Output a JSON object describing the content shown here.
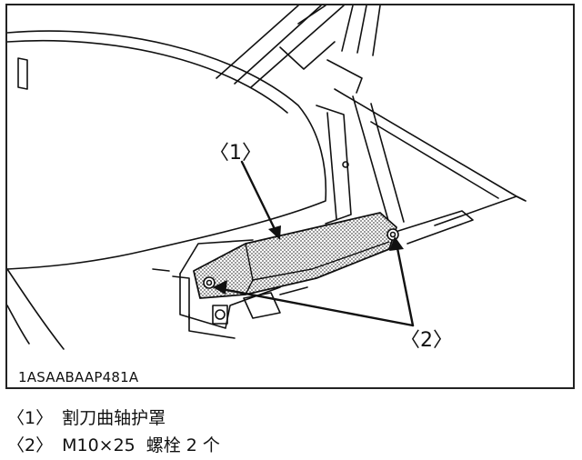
{
  "figure": {
    "id": "1ASAABAAP481A",
    "callouts": [
      "〈1〉",
      "〈2〉"
    ]
  },
  "legend": [
    {
      "num": "〈1〉",
      "text": "割刀曲轴护罩"
    },
    {
      "num": "〈2〉",
      "part": "M10×25",
      "text": "螺栓 2 个"
    }
  ]
}
